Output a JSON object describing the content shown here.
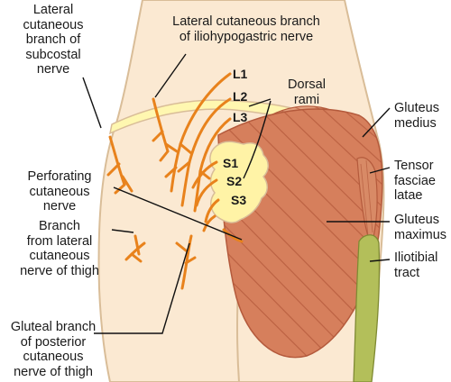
{
  "diagram": {
    "labels": {
      "subcostal": "Lateral\ncutaneous\nbranch of\nsubcostal\nnerve",
      "iliohypogastric": "Lateral cutaneous branch\nof iliohypogastric nerve",
      "dorsal_rami": "Dorsal\nrami",
      "gluteus_medius": "Gluteus\nmedius",
      "tensor_fasciae_latae": "Tensor\nfasciae\nlatae",
      "gluteus_maximus": "Gluteus\nmaximus",
      "iliotibial_tract": "Iliotibial\ntract",
      "perforating": "Perforating\ncutaneous\nnerve",
      "lateral_thigh": "Branch\nfrom lateral\ncutaneous\nnerve of thigh",
      "gluteal_posterior": "Gluteal branch\nof posterior\ncutaneous\nnerve of thigh"
    },
    "segments": {
      "l1": "L1",
      "l2": "L2",
      "l3": "L3",
      "s1": "S1",
      "s2": "S2",
      "s3": "S3"
    },
    "colors": {
      "skin": "#fbe9d2",
      "skin_outline": "#d9bd98",
      "nerve": "#e8821c",
      "sacrum": "#fff3a6",
      "fat_band": "#fff7b0",
      "muscle": "#d67f5c",
      "muscle_dark": "#b45a3c",
      "tract": "#b3bf5a"
    }
  }
}
